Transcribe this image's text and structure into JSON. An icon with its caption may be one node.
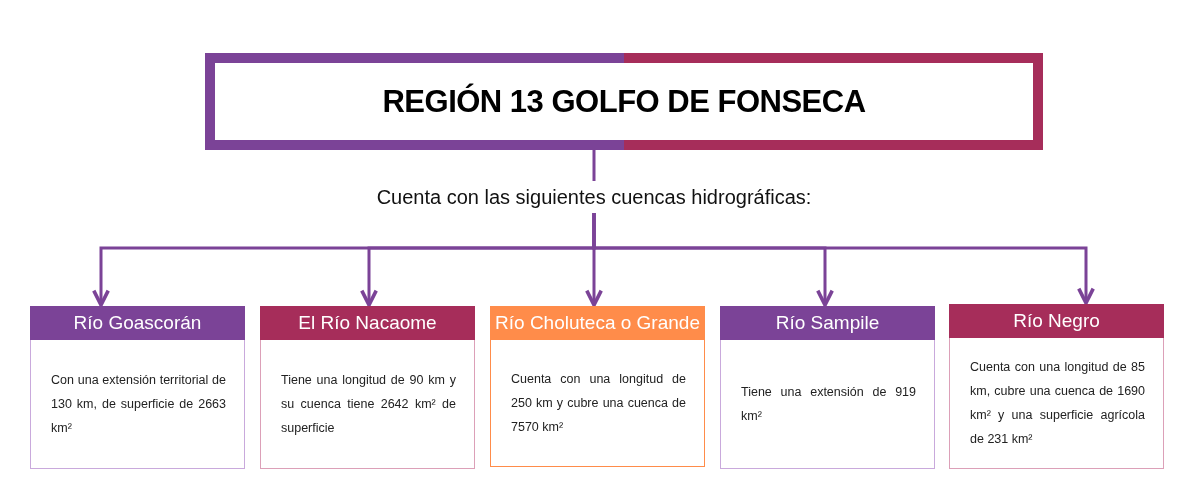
{
  "diagram": {
    "nodes": [
      {
        "text": [
          "REGIÓN 13 GOLFO DE FONSECA"
        ]
      },
      {
        "text": [
          "Cuenta con las siguientes cuencas hidrográficas:"
        ]
      },
      {
        "text": [
          "Río Goascorán",
          "Con una extensión territorial de 130 km, de superficie de 2663 km²"
        ]
      },
      {
        "text": [
          "El Río Nacaome",
          "Tiene una longitud de 90 km y su cuenca tiene 2642 km² de superficie"
        ]
      },
      {
        "text": [
          "Río Choluteca o Grande",
          "Cuenta con una longitud de 250 km y cubre una cuenca de 7570 km²"
        ]
      },
      {
        "text": [
          "Río Sampile",
          "Tiene una extensión de 919 km²"
        ]
      },
      {
        "text": [
          "Río Negro",
          "Cuenta con una longitud de 85 km, cubre una cuenca de 1690 km² y una superficie agrícola de 231 km²"
        ]
      }
    ],
    "edges": [
      {
        "from": 0,
        "to": 1,
        "arrow": "none"
      },
      {
        "from": 1,
        "to": 2,
        "arrow": "to"
      },
      {
        "from": 1,
        "to": 3,
        "arrow": "to"
      },
      {
        "from": 1,
        "to": 4,
        "arrow": "to"
      },
      {
        "from": 1,
        "to": 5,
        "arrow": "to"
      },
      {
        "from": 1,
        "to": 6,
        "arrow": "to"
      }
    ]
  }
}
